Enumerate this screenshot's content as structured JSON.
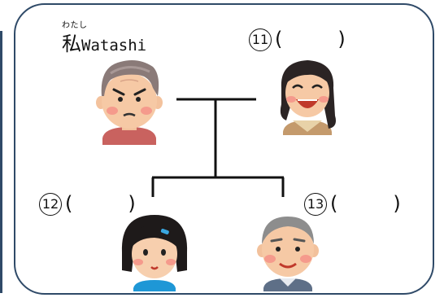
{
  "self": {
    "ruby": "わたし",
    "kanji": "私",
    "romaji": "Watashi"
  },
  "blanks": [
    {
      "number": "11",
      "open": "(",
      "close": ")"
    },
    {
      "number": "12",
      "open": "(",
      "close": ")"
    },
    {
      "number": "13",
      "open": "(",
      "close": ")"
    }
  ],
  "colors": {
    "frame": "#2f4a68",
    "line": "#111111",
    "skin": "#f7c9a6",
    "cheek": "#f59a8c"
  },
  "icons": {
    "self": "old-man-grumpy-icon",
    "spouse": "old-woman-laughing-icon",
    "child1": "girl-icon",
    "child2": "middle-aged-man-icon"
  }
}
